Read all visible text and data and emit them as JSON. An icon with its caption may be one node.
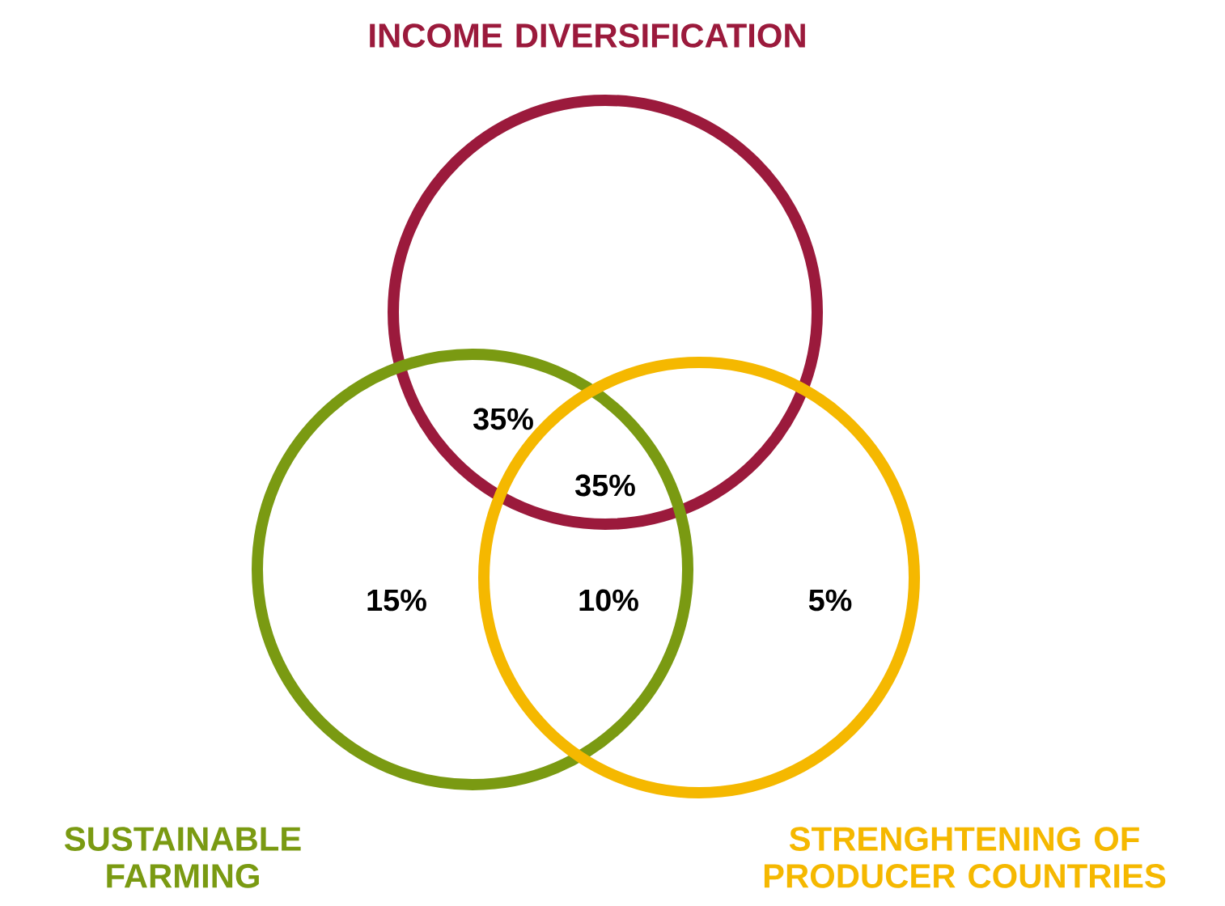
{
  "diagram": {
    "nodes": [
      {
        "text": [
          "INCOME DIVERSIFICATION"
        ]
      },
      {
        "text": [
          "SUSTAINABLE FARMING"
        ]
      },
      {
        "text": [
          "STRENGHTENING OF PRODUCER COUNTRIES"
        ]
      }
    ],
    "labels": [
      "35%",
      "35%",
      "15%",
      "10%",
      "5%"
    ]
  }
}
